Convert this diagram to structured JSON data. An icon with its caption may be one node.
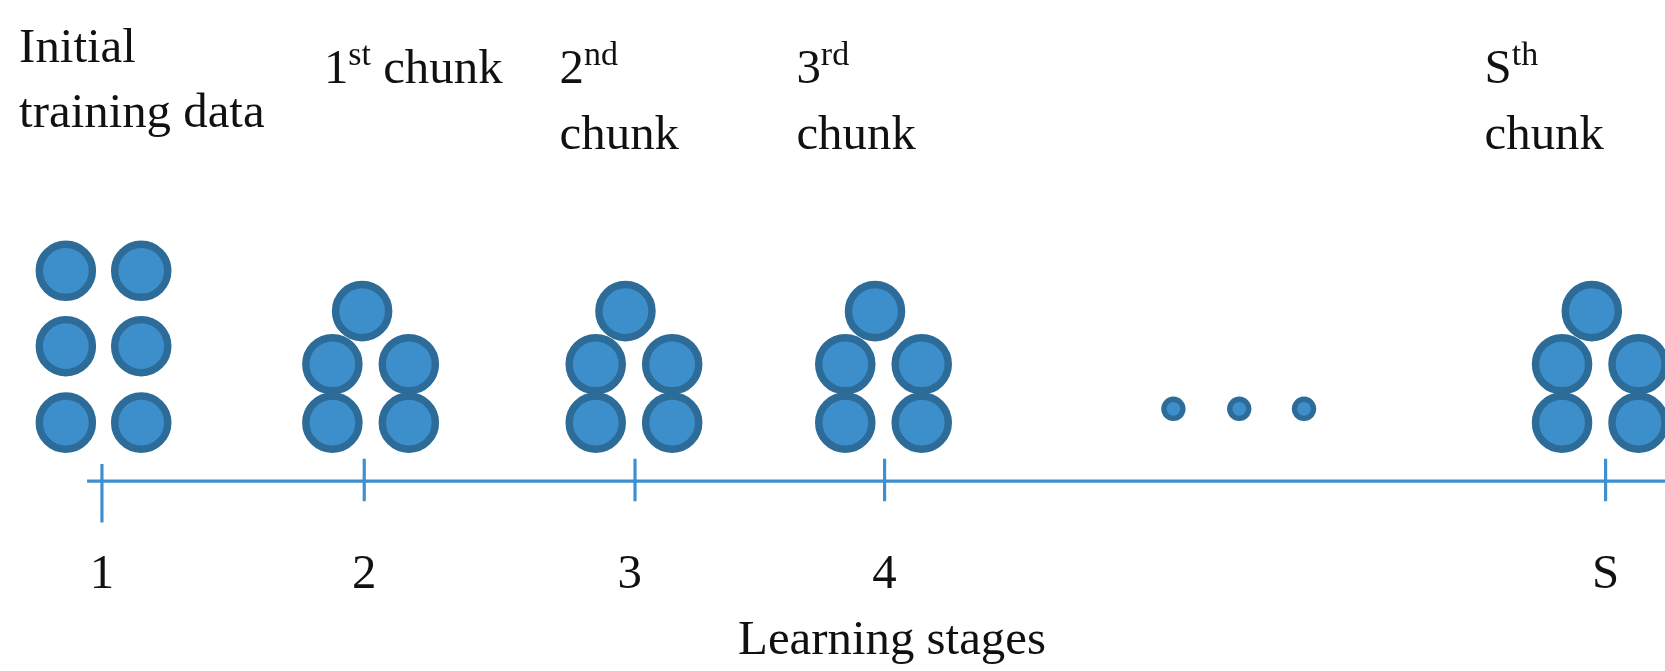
{
  "diagram": {
    "labels": [
      "Initial training data",
      "1$^{st}$ chunk",
      "2$^{nd}$ chunk",
      "3$^{rd}$ chunk",
      "S$^{th}$ chunk",
      "1",
      "2",
      "3",
      "4",
      "S",
      "Learning stages"
    ]
  }
}
